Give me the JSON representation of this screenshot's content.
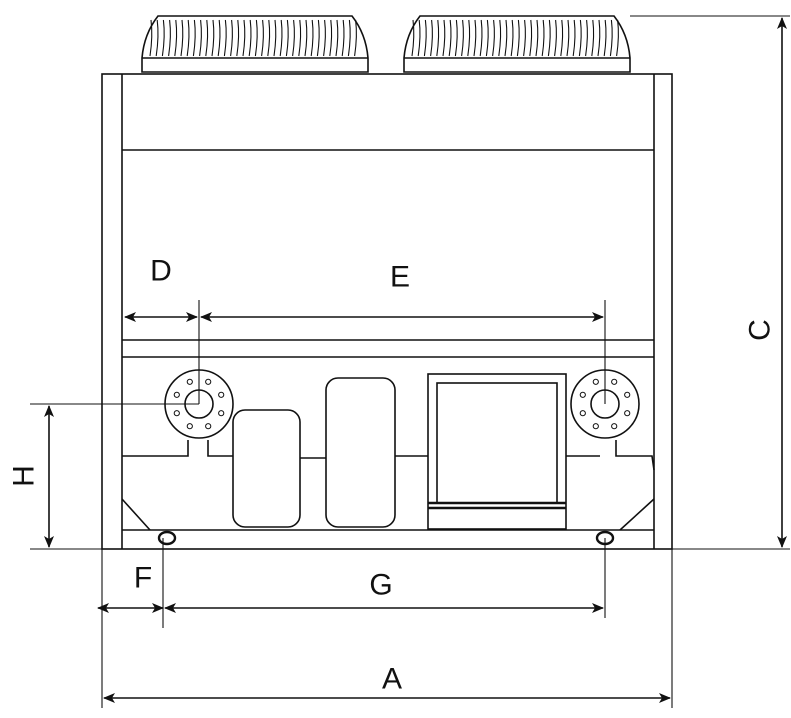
{
  "diagram": {
    "labels": {
      "A": "A",
      "C": "C",
      "D": "D",
      "E": "E",
      "F": "F",
      "G": "G",
      "H": "H"
    }
  }
}
